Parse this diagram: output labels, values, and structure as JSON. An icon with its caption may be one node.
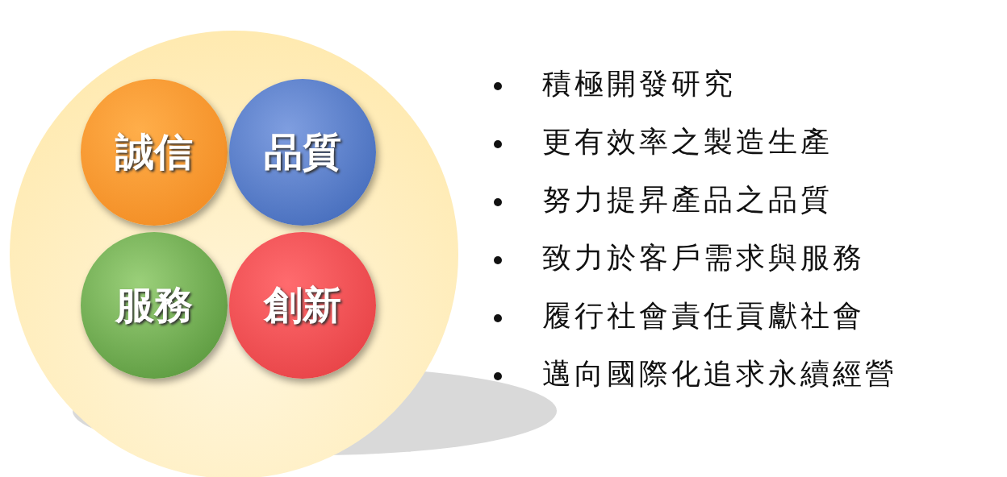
{
  "diagram": {
    "nodes": [
      {
        "text": [],
        "shape": "circle"
      },
      {
        "text": [
          "誠信"
        ],
        "in": 0
      },
      {
        "text": [
          "品質"
        ],
        "in": 0
      },
      {
        "text": [
          "服務"
        ],
        "in": 0
      },
      {
        "text": [
          "創新"
        ],
        "in": 0
      }
    ],
    "labels": [
      "積極開發研究",
      "更有效率之製造生產",
      "努力提昇產品之品質",
      "致力於客戶需求與服務",
      "履行社會責任貢獻社會",
      "邁向國際化追求永續經營"
    ]
  }
}
